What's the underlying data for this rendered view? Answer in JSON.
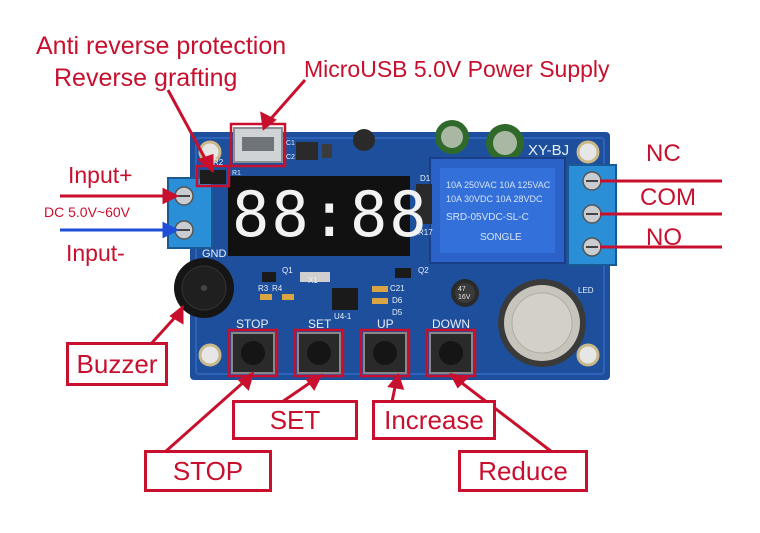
{
  "labels": {
    "anti_reverse": "Anti reverse protection",
    "reverse_grafting": "Reverse grafting",
    "usb_power": "MicroUSB 5.0V Power Supply",
    "input_plus": "Input+",
    "input_minus": "Input-",
    "dc_range": "DC 5.0V~60V",
    "nc": "NC",
    "com": "COM",
    "no": "NO",
    "buzzer": "Buzzer",
    "set": "SET",
    "increase": "Increase",
    "stop": "STOP",
    "reduce": "Reduce"
  },
  "board": {
    "model": "XY-BJ",
    "display": "88:88",
    "button_labels": [
      "STOP",
      "SET",
      "UP",
      "DOWN"
    ],
    "gnd": "GND",
    "relay_lines": [
      "10A 250VAC 10A 125VAC",
      "10A 30VDC 10A 28VDC"
    ],
    "relay_model": "SRD-05VDC-SL-C",
    "relay_brand": "SONGLE",
    "cap": "47 16V",
    "components": [
      "R1",
      "R2",
      "D1",
      "R17",
      "Q1",
      "Q2",
      "X1",
      "R3",
      "R4",
      "C21",
      "D6",
      "D5",
      "U4-1",
      "LED",
      "C1",
      "C2"
    ]
  },
  "colors": {
    "annotation": "#c8102e",
    "board": "#1d4f9c",
    "terminal": "#2a8fd6",
    "display_segment": "#f2f2f2"
  }
}
